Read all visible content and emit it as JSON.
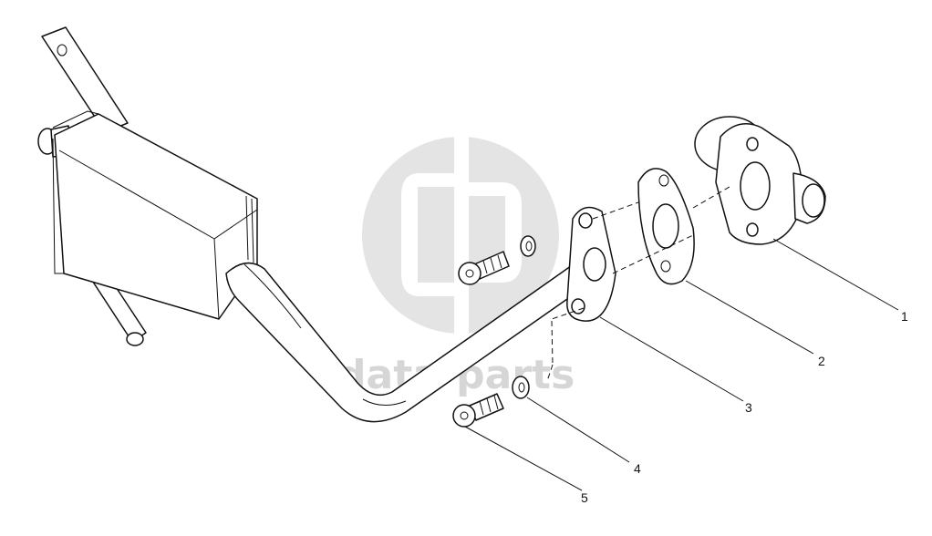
{
  "watermark": {
    "text": "data-parts",
    "color": "#d6d6d6"
  },
  "callouts": [
    {
      "id": "1",
      "label": "1"
    },
    {
      "id": "2",
      "label": "2"
    },
    {
      "id": "3",
      "label": "3"
    },
    {
      "id": "4",
      "label": "4"
    },
    {
      "id": "5",
      "label": "5"
    }
  ],
  "colors": {
    "line": "#111111",
    "paper": "#ffffff"
  }
}
